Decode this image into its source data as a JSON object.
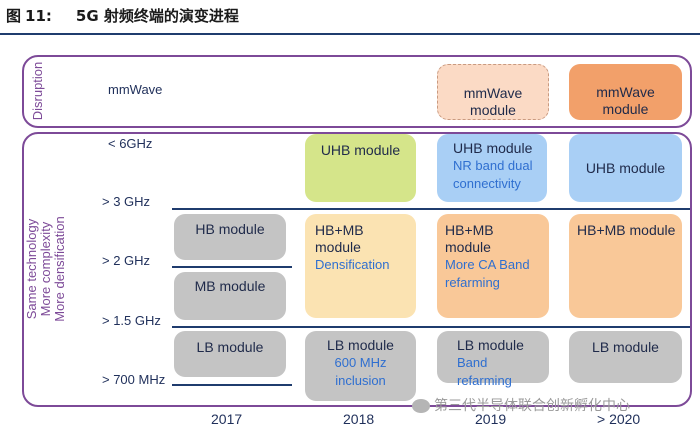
{
  "header": {
    "figure_label": "图",
    "figure_number": "11:",
    "title": "5G 射频终端的演变进程"
  },
  "side_labels": {
    "top": "Disruption",
    "main": [
      "Same technology",
      "More complexity",
      "More densification"
    ]
  },
  "frequencies": {
    "mmwave": "mmWave",
    "f6": "< 6GHz",
    "f3": "> 3 GHz",
    "f2": "> 2 GHz",
    "f15": "> 1.5 GHz",
    "f700": "> 700 MHz"
  },
  "years": [
    "2017",
    "2018",
    "2019",
    "> 2020"
  ],
  "modules": {
    "mmwave_2019": "mmWave module",
    "mmwave_2020": "mmWave module",
    "hb_2017": "HB module",
    "mb_2017": "MB module",
    "lb_2017": "LB module",
    "uhb_2018": "UHB module",
    "hbmb_2018": "HB+MB module",
    "hbmb_2018_sub": "Densification",
    "lb_2018": "LB module",
    "lb_2018_sub": "600 MHz inclusion",
    "uhb_2019": "UHB module",
    "uhb_2019_sub": "NR band dual connectivity",
    "hbmb_2019": "HB+MB module",
    "hbmb_2019_sub": "More CA Band refarming",
    "lb_2019": "LB module",
    "lb_2019_sub": "Band refarming",
    "uhb_2020": "UHB module",
    "hbmb_2020": "HB+MB module",
    "lb_2020": "LB module"
  },
  "watermark": "第三代半导体联合创新孵化中心",
  "colors": {
    "frame": "#7d4a98",
    "line": "#1f3c6e",
    "gray": "#c4c4c4",
    "yellow": "#fbe3b2",
    "orange": "#f9c898",
    "green": "#d5e58a",
    "blue": "#a9cff5",
    "mmwave_solid": "#f2a06a",
    "mmwave_dashed": "#fbdac5",
    "sub_text": "#2f6fd0"
  }
}
